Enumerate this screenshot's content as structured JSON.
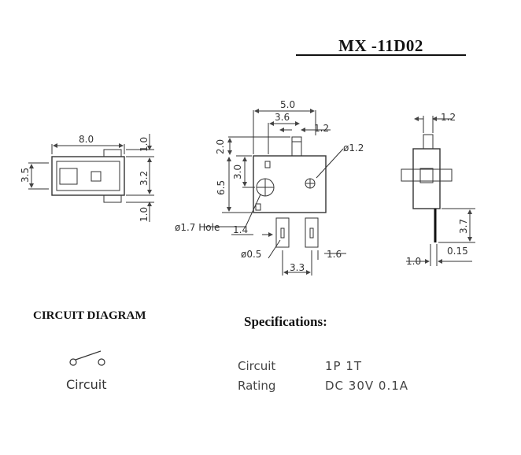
{
  "title": "MX  -11D02",
  "circuit_heading": "CIRCUIT DIAGRAM",
  "spec_heading": "Specifications:",
  "circuit_label": "Circuit",
  "specs": [
    {
      "name": "Circuit",
      "value": "1P  1T"
    },
    {
      "name": "Rating",
      "value": "DC  30V  0.1A"
    }
  ],
  "dimensions": {
    "left_width": "8.0",
    "left_height": "3.5",
    "left_top": "1.0",
    "left_mid": "3.2",
    "left_bottom": "1.0",
    "front_width": "5.0",
    "front_pin_offset": "3.6",
    "front_actuator_width": "1.2",
    "front_actuator_height": "2.0",
    "front_hole_offset": "3.0",
    "front_body_height": "6.5",
    "front_mount_dia": "ø1.2",
    "hole_callout": "ø1.7 Hole",
    "front_pin_gap": "1.4",
    "pin_dia": "ø0.5",
    "pin_pitch": "3.3",
    "pin_right": "1.6",
    "side_actuator": "1.2",
    "side_pin_length": "3.7",
    "side_thickness": "1.0",
    "side_pin_width": "0.15"
  },
  "colors": {
    "drawing": "#c63c3c",
    "ink": "#111111"
  }
}
